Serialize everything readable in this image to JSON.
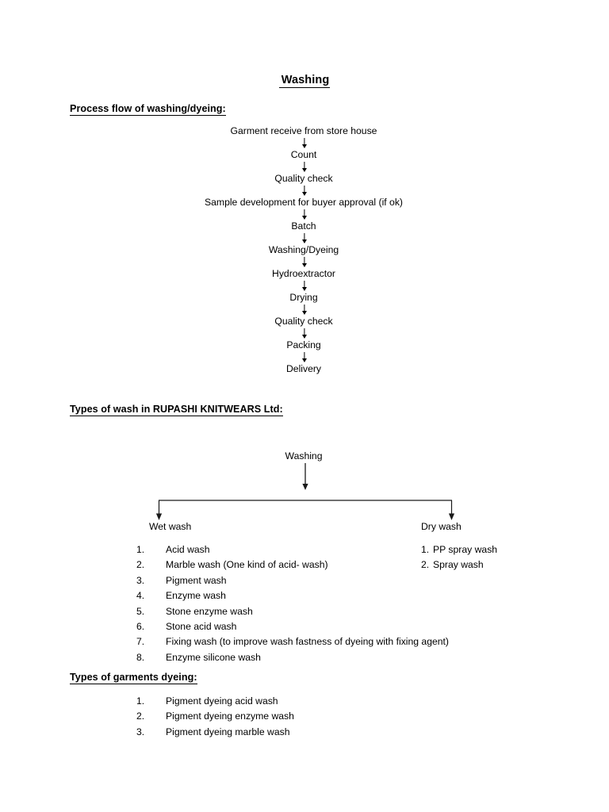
{
  "document": {
    "title": "Washing",
    "headings": {
      "process_flow": "Process flow of washing/dyeing:",
      "types_of_wash": "Types of wash in RUPASHI KNITWEARS Ltd:",
      "types_of_dyeing": "Types of garments dyeing:"
    }
  },
  "process_flow": {
    "steps": [
      "Garment receive from store house",
      "Count",
      "Quality check",
      "Sample development for buyer approval (if ok)",
      "Batch",
      "Washing/Dyeing",
      "Hydroextractor",
      "Drying",
      "Quality check",
      "Packing",
      "Delivery"
    ]
  },
  "wash_tree": {
    "root": "Washing",
    "branches": [
      {
        "label": "Wet wash"
      },
      {
        "label": "Dry wash"
      }
    ]
  },
  "wet_wash_list": [
    {
      "num": "1.",
      "text": "Acid wash"
    },
    {
      "num": "2.",
      "text": "Marble wash (One kind of acid- wash)"
    },
    {
      "num": "3.",
      "text": "Pigment wash"
    },
    {
      "num": "4.",
      "text": "Enzyme wash"
    },
    {
      "num": "5.",
      "text": "Stone enzyme wash"
    },
    {
      "num": "6.",
      "text": "Stone acid wash"
    },
    {
      "num": "7.",
      "text": "Fixing wash (to improve wash fastness of dyeing with fixing agent)"
    },
    {
      "num": "8.",
      "text": "Enzyme silicone wash"
    }
  ],
  "dry_wash_list": [
    {
      "num": "1.",
      "text": "PP spray wash"
    },
    {
      "num": "2.",
      "text": "Spray wash"
    }
  ],
  "dyeing_list": [
    {
      "num": "1.",
      "text": "Pigment dyeing acid wash"
    },
    {
      "num": "2.",
      "text": "Pigment dyeing enzyme wash"
    },
    {
      "num": "3.",
      "text": "Pigment dyeing marble wash"
    }
  ],
  "colors": {
    "text": "#000000",
    "background": "#ffffff",
    "line": "#1a1a1a"
  }
}
